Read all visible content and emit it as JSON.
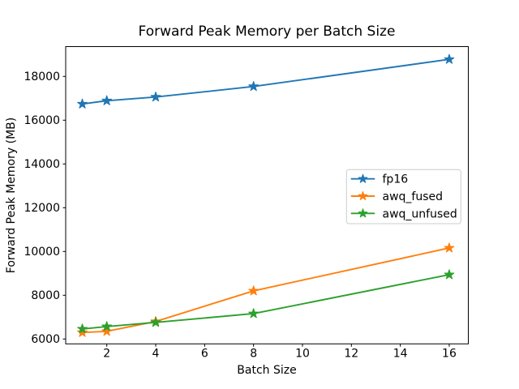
{
  "chart_data": {
    "type": "line",
    "title": "Forward Peak Memory per Batch Size",
    "xlabel": "Batch Size",
    "ylabel": "Forward Peak Memory (MB)",
    "x": [
      1,
      2,
      4,
      8,
      16
    ],
    "series": [
      {
        "name": "fp16",
        "color": "#1f77b4",
        "values": [
          16740,
          16890,
          17060,
          17540,
          18780
        ]
      },
      {
        "name": "awq_fused",
        "color": "#ff7f0e",
        "values": [
          6300,
          6350,
          6800,
          8200,
          10160
        ]
      },
      {
        "name": "awq_unfused",
        "color": "#2ca02c",
        "values": [
          6460,
          6570,
          6760,
          7160,
          8940
        ]
      }
    ],
    "marker": "star",
    "xlim": [
      0.32,
      16.78
    ],
    "ylim": [
      5778,
      19363
    ],
    "xticks": [
      2,
      4,
      6,
      8,
      10,
      12,
      14,
      16
    ],
    "yticks": [
      6000,
      8000,
      10000,
      12000,
      14000,
      16000,
      18000
    ],
    "legend": {
      "position": "center-right",
      "entries": [
        "fp16",
        "awq_fused",
        "awq_unfused"
      ]
    },
    "grid": false,
    "background": "#ffffff",
    "spine_color": "#000000",
    "legend_border_color": "#cccccc"
  }
}
